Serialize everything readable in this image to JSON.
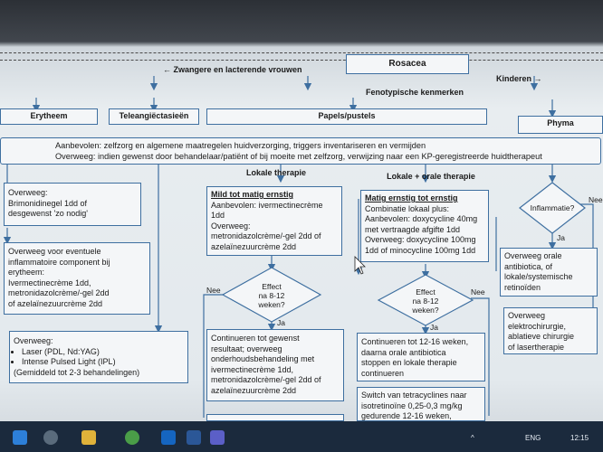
{
  "diagram": {
    "top": {
      "title": "Rosacea",
      "left_arrow": "← Zwangere en lacterende vrouwen",
      "right_arrow": "Kinderen →",
      "phenotype": "Fenotypische kenmerken"
    },
    "categories": [
      "Erytheem",
      "Teleangiëctasieën",
      "Papels/pustels",
      "Phyma"
    ],
    "general": {
      "line1": "Aanbevolen: zelfzorg en algemene maatregelen huidverzorging, triggers inventariseren en vermijden",
      "line2": "Overweeg: indien gewenst door behandelaar/patiënt of bij moeite met zelfzorg, verwijzing naar een KP-geregistreerde huidtherapeut"
    },
    "therapy_headers": {
      "local": "Lokale therapie",
      "local_oral": "Lokale + orale therapie"
    },
    "erythema": {
      "box1": [
        "Overweeg:",
        "Brimonidinegel 1dd of",
        "desgewenst 'zo nodig'"
      ],
      "box2": [
        "Overweeg voor eventuele",
        "inflammatoire component bij",
        "erytheem:",
        "Ivermectinecrème 1dd,",
        "metronidazolcrème/-gel 2dd",
        "of azelaïnezuurcrème 2dd"
      ]
    },
    "laser": {
      "title": "Overweeg:",
      "items": [
        "Laser (PDL, Nd:YAG)",
        "Intense Pulsed Light (IPL)"
      ],
      "note": "(Gemiddeld tot 2-3 behandelingen)"
    },
    "mild": {
      "title": "Mild tot matig ernstig",
      "lines": [
        "Aanbevolen: ivermectinecrème",
        "1dd",
        "Overweeg:",
        "metronidazolcrème/-gel 2dd of",
        "azelaïnezuurcrème 2dd"
      ]
    },
    "moderate": {
      "title": "Matig ernstig tot ernstig",
      "lines": [
        "Combinatie lokaal plus:",
        "Aanbevolen: doxycycline 40mg",
        "met vertraagde afgifte 1dd",
        "Overweeg: doxycycline 100mg",
        "1dd of minocycline 100mg 1dd"
      ]
    },
    "decision_mild": [
      "Effect",
      "na 8-12",
      "weken?"
    ],
    "decision_moderate": [
      "Effect",
      "na 8-12",
      "weken?"
    ],
    "decision_phyma": "Inflammatie?",
    "labels": {
      "nee": "Nee",
      "ja": "Ja"
    },
    "continue_mild": [
      "Continueren tot gewenst",
      "resultaat; overweeg",
      "onderhoudsbehandeling met",
      "ivermectinecrème 1dd,",
      "metronidazolcrème/-gel 2dd of",
      "azelaïnezuurcrème 2dd"
    ],
    "continue_moderate": [
      "Continueren tot 12-16 weken,",
      "daarna orale antibiotica",
      "stoppen en lokale therapie",
      "continueren"
    ],
    "switch": [
      "Switch van tetracyclines naar",
      "isotretinoïne 0,25-0,3 mg/kg",
      "gedurende 12-16 weken,"
    ],
    "phyma_oral": [
      "Overweeg orale",
      "antibiotica, of",
      "lokale/systemische",
      "retinoïden"
    ],
    "phyma_surgery": [
      "Overweeg",
      "elektrochirurgie,",
      "ablatieve chirurgie",
      "of lasertherapie"
    ]
  },
  "taskbar": {
    "icons": [
      "windows-icon",
      "search-icon",
      "file-explorer-icon",
      "chrome-icon",
      "outlook-icon",
      "word-icon",
      "teams-icon"
    ],
    "tray_text": [
      "^",
      "ENG",
      "12:15"
    ],
    "colors": {
      "taskbar": "#1b2a3d",
      "accent": "#3e6fa0"
    }
  }
}
